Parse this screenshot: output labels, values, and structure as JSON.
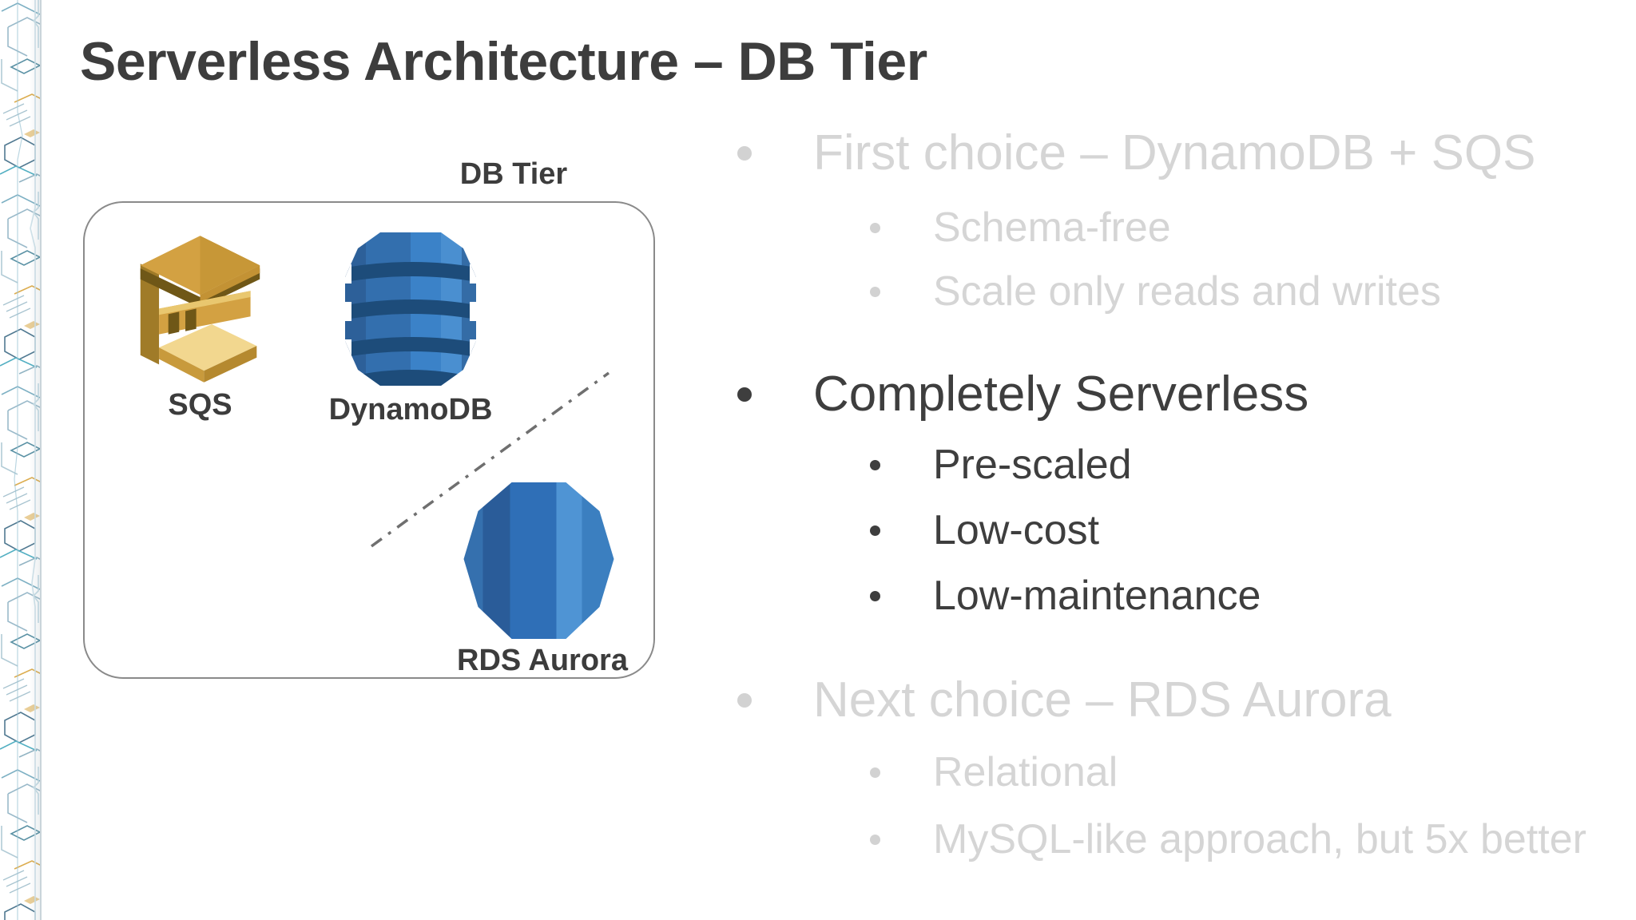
{
  "title": "Serverless Architecture – DB Tier",
  "diagram": {
    "box_label": "DB Tier",
    "nodes": [
      {
        "icon": "sqs-icon",
        "label": "SQS"
      },
      {
        "icon": "dynamodb-icon",
        "label": "DynamoDB"
      },
      {
        "icon": "rds-aurora-icon",
        "label": "RDS Aurora"
      }
    ],
    "divider": "dash-dot-line"
  },
  "bullets": [
    {
      "label": "First choice – DynamoDB + SQS",
      "state": "dimmed",
      "children": [
        "Schema-free",
        "Scale only reads and writes"
      ]
    },
    {
      "label": "Completely Serverless",
      "state": "active",
      "children": [
        "Pre-scaled",
        "Low-cost",
        "Low-maintenance"
      ]
    },
    {
      "label": "Next choice – RDS Aurora",
      "state": "dimmed",
      "children": [
        "Relational",
        "MySQL-like approach, but 5x better"
      ]
    }
  ],
  "colors": {
    "title_text": "#3d3d3d",
    "active_text": "#3e3e3e",
    "dimmed_text": "#d5d5d5",
    "box_border": "#8a8a8a",
    "divider_line": "#6f6f6f",
    "sqs_gold": "#d3a142",
    "dynamodb_blue": "#3579be",
    "aurora_blue": "#2f74be"
  }
}
